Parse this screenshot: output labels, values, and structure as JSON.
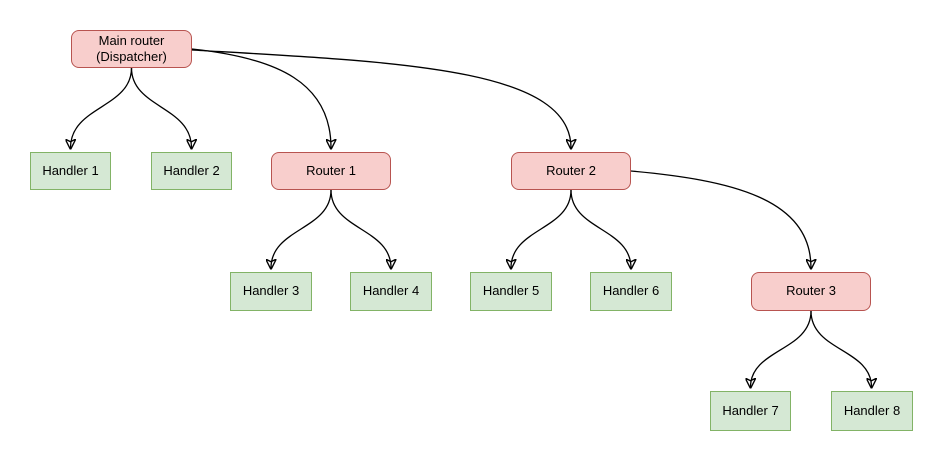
{
  "diagram": {
    "type": "tree",
    "colors": {
      "router_fill": "#f8cecc",
      "router_border": "#b85450",
      "handler_fill": "#d5e8d4",
      "handler_border": "#82b366",
      "edge_stroke": "#000000",
      "text": "#000000",
      "background": "#ffffff"
    },
    "nodes": {
      "main_router": {
        "line1": "Main router",
        "line2": "(Dispatcher)",
        "type": "router"
      },
      "handler1": {
        "label": "Handler 1",
        "type": "handler"
      },
      "handler2": {
        "label": "Handler 2",
        "type": "handler"
      },
      "router1": {
        "label": "Router 1",
        "type": "router"
      },
      "router2": {
        "label": "Router 2",
        "type": "router"
      },
      "handler3": {
        "label": "Handler 3",
        "type": "handler"
      },
      "handler4": {
        "label": "Handler 4",
        "type": "handler"
      },
      "handler5": {
        "label": "Handler 5",
        "type": "handler"
      },
      "handler6": {
        "label": "Handler 6",
        "type": "handler"
      },
      "router3": {
        "label": "Router 3",
        "type": "router"
      },
      "handler7": {
        "label": "Handler 7",
        "type": "handler"
      },
      "handler8": {
        "label": "Handler 8",
        "type": "handler"
      }
    },
    "edges": [
      {
        "from": "Main router (Dispatcher)",
        "to": "Handler 1"
      },
      {
        "from": "Main router (Dispatcher)",
        "to": "Handler 2"
      },
      {
        "from": "Main router (Dispatcher)",
        "to": "Router 1"
      },
      {
        "from": "Main router (Dispatcher)",
        "to": "Router 2"
      },
      {
        "from": "Router 1",
        "to": "Handler 3"
      },
      {
        "from": "Router 1",
        "to": "Handler 4"
      },
      {
        "from": "Router 2",
        "to": "Handler 5"
      },
      {
        "from": "Router 2",
        "to": "Handler 6"
      },
      {
        "from": "Router 2",
        "to": "Router 3"
      },
      {
        "from": "Router 3",
        "to": "Handler 7"
      },
      {
        "from": "Router 3",
        "to": "Handler 8"
      }
    ]
  }
}
